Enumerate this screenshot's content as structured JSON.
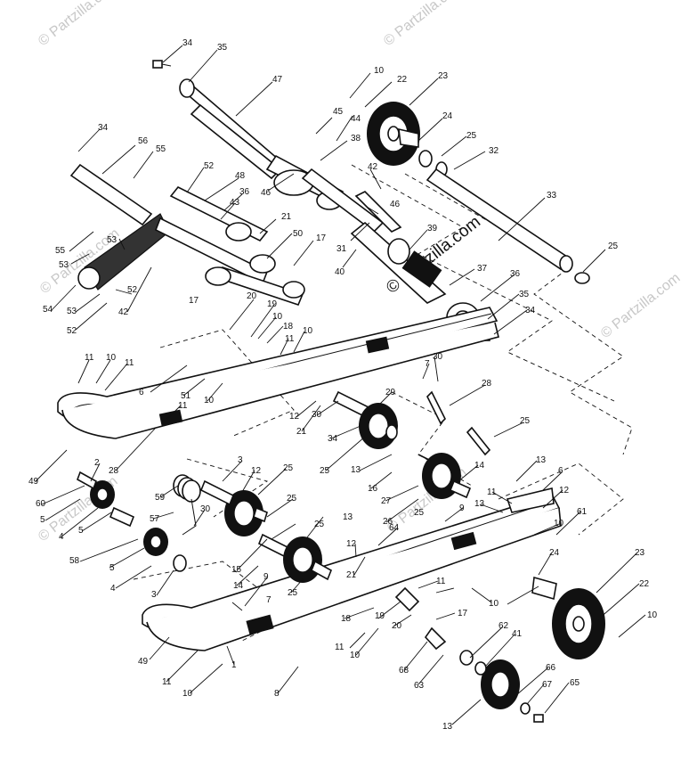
{
  "watermarks": [
    {
      "text": "© Partzilla.com",
      "role": "faint"
    },
    {
      "text": "© Partzilla.com",
      "role": "faint"
    },
    {
      "text": "© Partzilla.com",
      "role": "main"
    },
    {
      "text": "© Partzilla.com",
      "role": "faint"
    },
    {
      "text": "© Partzilla.com",
      "role": "faint"
    },
    {
      "text": "© Partzilla.com",
      "role": "faint"
    },
    {
      "text": "© Partzilla.com",
      "role": "faint"
    }
  ],
  "callouts": [
    "34",
    "35",
    "47",
    "10",
    "22",
    "23",
    "45",
    "44",
    "24",
    "38",
    "25",
    "32",
    "34",
    "56",
    "55",
    "42",
    "52",
    "48",
    "36",
    "46",
    "43",
    "21",
    "46",
    "33",
    "25",
    "55",
    "53",
    "39",
    "53",
    "50",
    "17",
    "40",
    "31",
    "37",
    "36",
    "35",
    "34",
    "54",
    "53",
    "52",
    "42",
    "52",
    "17",
    "20",
    "19",
    "10",
    "18",
    "11",
    "10",
    "11",
    "10",
    "11",
    "6",
    "51",
    "10",
    "11",
    "7",
    "30",
    "28",
    "29",
    "30",
    "12",
    "21",
    "34",
    "25",
    "13",
    "25",
    "28",
    "49",
    "2",
    "60",
    "3",
    "12",
    "25",
    "13",
    "6",
    "16",
    "14",
    "12",
    "11",
    "26",
    "13",
    "27",
    "25",
    "5",
    "59",
    "4",
    "5",
    "57",
    "30",
    "25",
    "9",
    "10",
    "61",
    "58",
    "5",
    "15",
    "25",
    "13",
    "12",
    "64",
    "24",
    "23",
    "4",
    "3",
    "9",
    "14",
    "21",
    "11",
    "10",
    "25",
    "22",
    "7",
    "18",
    "19",
    "20",
    "17",
    "10",
    "49",
    "1",
    "11",
    "10",
    "62",
    "41",
    "68",
    "63",
    "66",
    "67",
    "65",
    "13",
    "10",
    "11",
    "8"
  ]
}
